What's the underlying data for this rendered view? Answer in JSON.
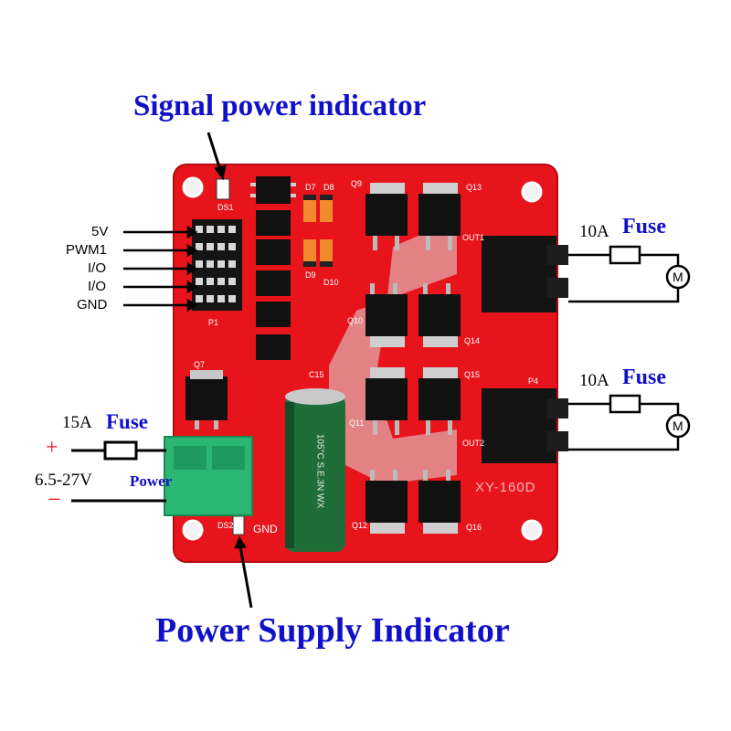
{
  "annotations": {
    "signal_indicator": "Signal power indicator",
    "power_supply_indicator": "Power Supply Indicator"
  },
  "pins": [
    "5V",
    "PWM1",
    "I/O",
    "I/O",
    "GND"
  ],
  "power_input": {
    "fuse_rating": "15A",
    "fuse_label": "Fuse",
    "plus": "+",
    "minus": "−",
    "voltage": "6.5-27V",
    "power_label": "Power"
  },
  "motor_out_1": {
    "fuse_rating": "10A",
    "fuse_label": "Fuse",
    "motor": "M"
  },
  "motor_out_2": {
    "fuse_rating": "10A",
    "fuse_label": "Fuse",
    "motor": "M"
  },
  "board": {
    "model": "XY-160D",
    "silk": {
      "ds1": "DS1",
      "ds2": "DS2",
      "p1": "P1",
      "p4": "P4",
      "gnd": "GND",
      "q7": "Q7",
      "q9": "Q9",
      "q10": "Q10",
      "q11": "Q11",
      "q12": "Q12",
      "q13": "Q13",
      "q14": "Q14",
      "q15": "Q15",
      "q16": "Q16",
      "d7": "D7",
      "d8": "D8",
      "d9": "D9",
      "d10": "D10",
      "c15": "C15",
      "out1": "OUT1",
      "out2": "OUT2"
    },
    "capacitor_text": "105°C S.E.3N WX"
  },
  "colors": {
    "annotation_blue": "#1010c8",
    "pcb_red": "#e8141c",
    "wire": "#000000",
    "connector_green": "#2bb673"
  }
}
